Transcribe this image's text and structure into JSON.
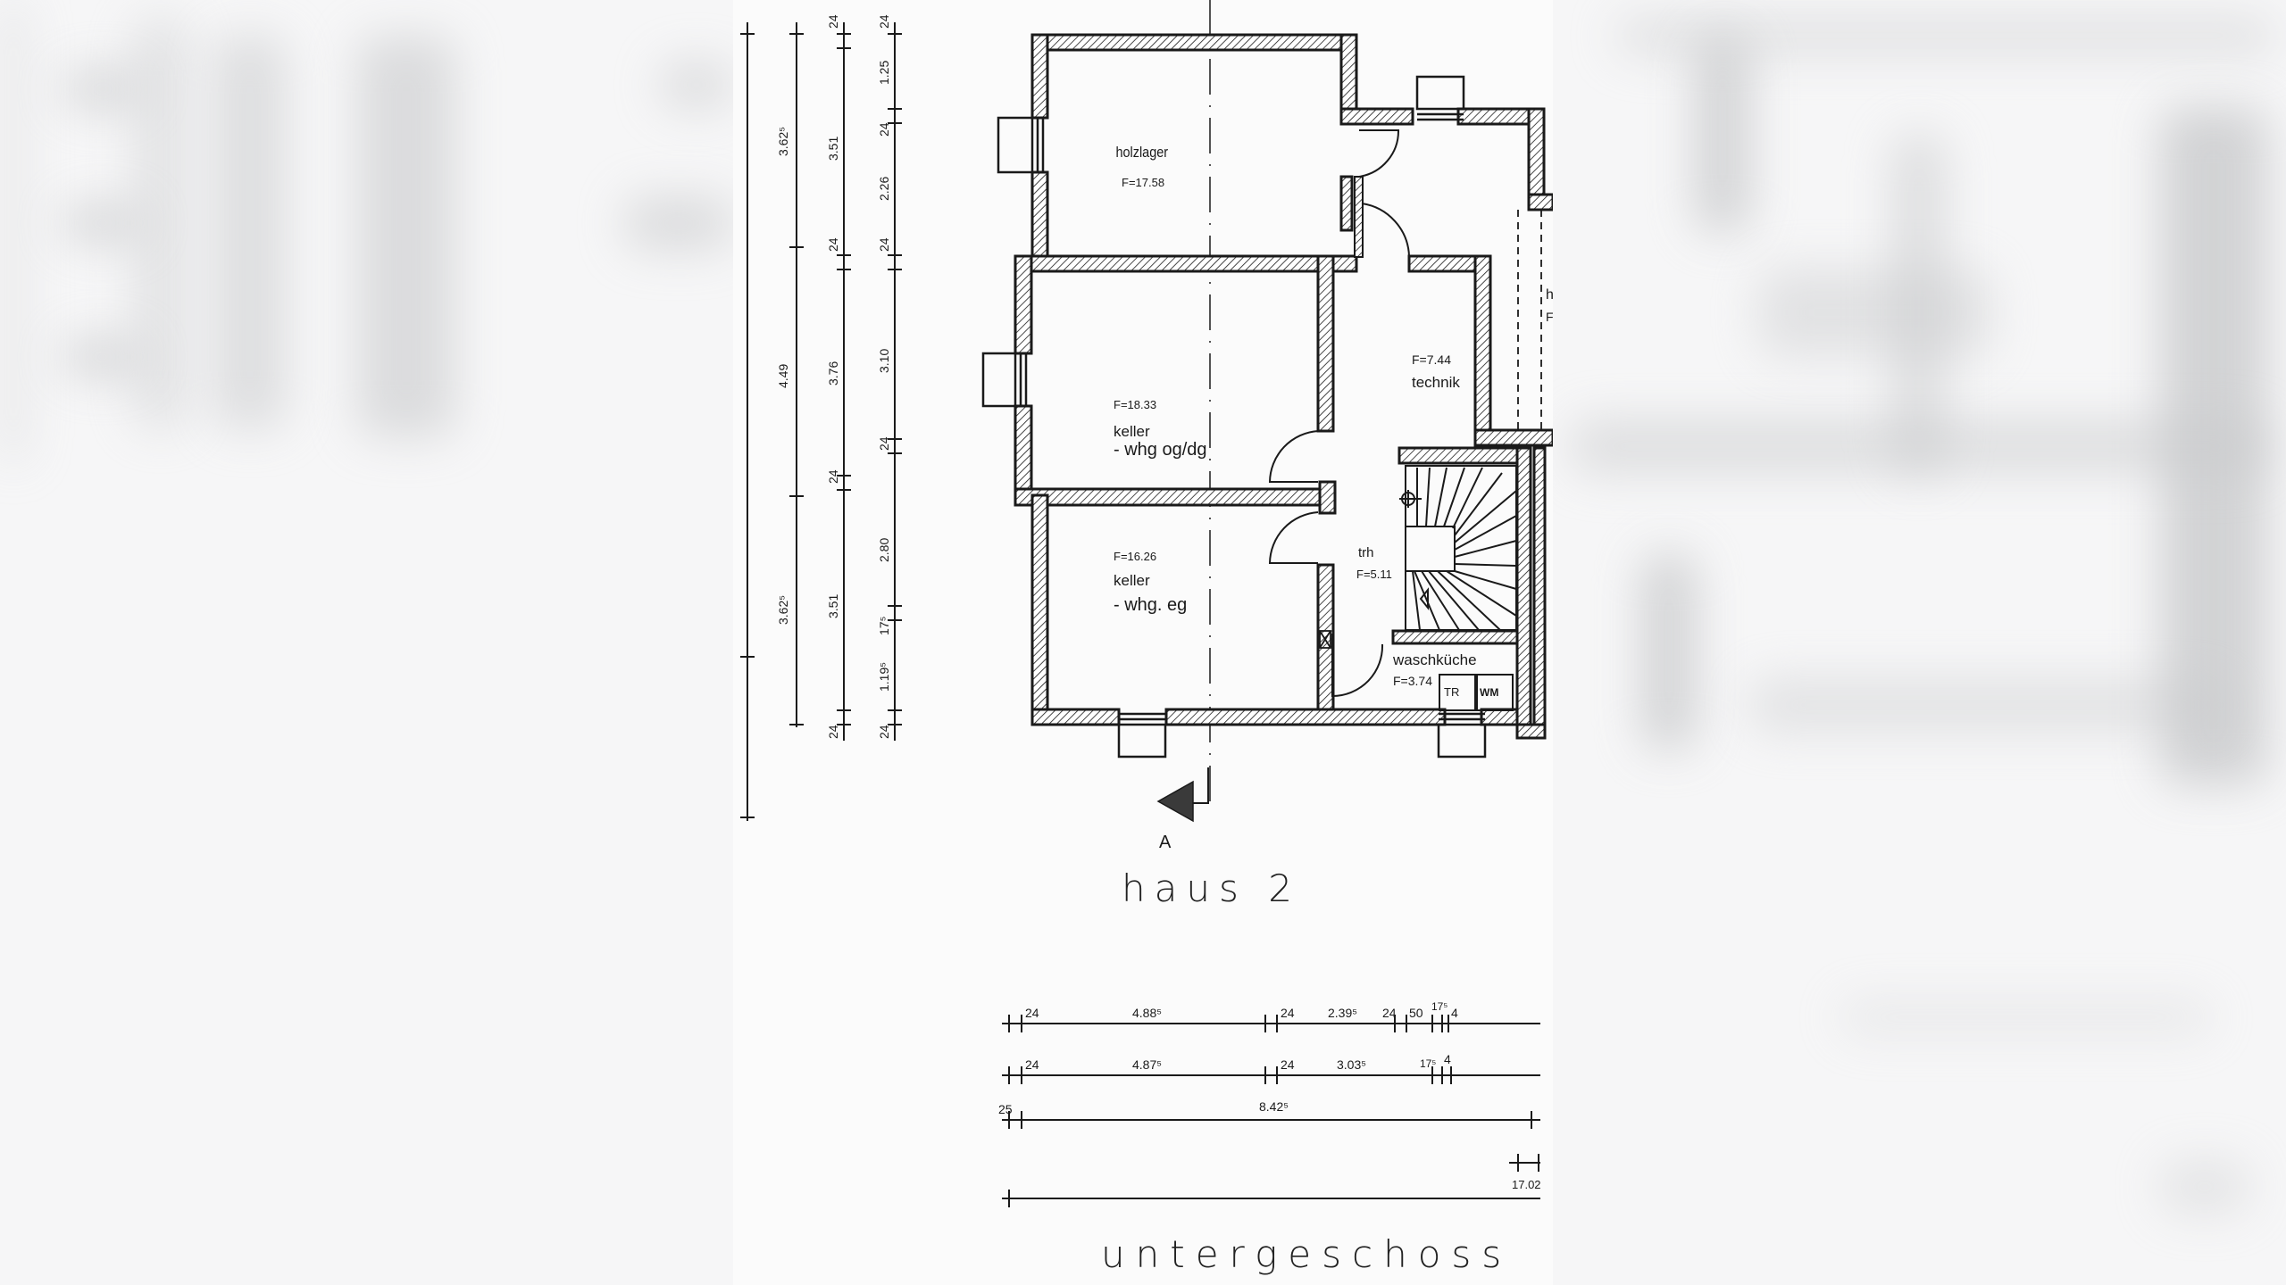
{
  "viewer": {
    "background": "#fbfbfb",
    "ink": "#1a1a1a"
  },
  "plan": {
    "building_label": "haus 2",
    "floor_label": "untergeschoss",
    "section_marker": "A",
    "rooms": [
      {
        "name": "holzlager",
        "area": "F=17.58"
      },
      {
        "name": "keller",
        "sub": "- whg og/dg",
        "area": "F=18.33"
      },
      {
        "name": "keller",
        "sub": "- whg. eg",
        "area": "F=16.26"
      },
      {
        "name": "technik",
        "area": "F=7.44"
      },
      {
        "name": "trh",
        "area": "F=5.11"
      },
      {
        "name": "waschküche",
        "area": "F=3.74"
      }
    ],
    "appliances": [
      "TR",
      "WM"
    ],
    "partial_right_labels": [
      "h",
      "F"
    ]
  },
  "dimensions": {
    "left_chain_1": [
      "3.62⁵",
      "4.49",
      "3.62⁵"
    ],
    "left_chain_2": [
      "24",
      "3.51",
      "24",
      "3.76",
      "24",
      "3.51",
      "24"
    ],
    "left_chain_3": [
      "24",
      "1.25",
      "24",
      "2.26",
      "24",
      "3.10",
      "24",
      "2.80",
      "17⁵",
      "1.19⁵",
      "24"
    ],
    "bottom_chain_1": [
      "24",
      "4.88⁵",
      "24",
      "2.39⁵",
      "24",
      "50",
      "17⁵",
      "4"
    ],
    "bottom_chain_2": [
      "24",
      "4.87⁵",
      "24",
      "3.03⁵",
      "17⁵",
      "4"
    ],
    "bottom_chain_3": [
      "25",
      "8.42⁵"
    ],
    "bottom_chain_4": [
      "17.02"
    ]
  }
}
